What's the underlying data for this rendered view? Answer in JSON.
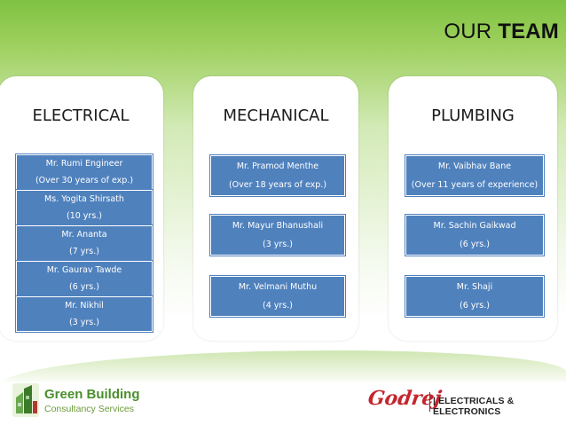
{
  "title": {
    "normal": "OUR ",
    "bold": "TEAM"
  },
  "columns": [
    {
      "heading": "ELECTRICAL",
      "members": [
        {
          "name": "Mr. Rumi Engineer",
          "exp": "(Over 30 years of exp.)"
        },
        {
          "name": "Ms. Yogita Shirsath",
          "exp": "(10 yrs.)"
        },
        {
          "name": "Mr. Ananta",
          "exp": "(7 yrs.)"
        },
        {
          "name": "Mr. Gaurav Tawde",
          "exp": "(6 yrs.)"
        },
        {
          "name": "Mr. Nikhil",
          "exp": "(3 yrs.)"
        }
      ]
    },
    {
      "heading": "MECHANICAL",
      "members": [
        {
          "name": "Mr. Pramod Menthe",
          "exp": "(Over 18 years of exp.)"
        },
        {
          "name": "Mr. Mayur Bhanushali",
          "exp": "(3 yrs.)"
        },
        {
          "name": "Mr. Velmani Muthu",
          "exp": "(4 yrs.)"
        }
      ]
    },
    {
      "heading": "PLUMBING",
      "members": [
        {
          "name": "Mr. Vaibhav Bane",
          "exp": "(Over 11 years of experience)"
        },
        {
          "name": "Mr. Sachin Gaikwad",
          "exp": "(6 yrs.)"
        },
        {
          "name": "Mr. Shaji",
          "exp": "(6 yrs.)"
        }
      ]
    }
  ],
  "footer": {
    "left_logo_icon": "green-building-logo-icon",
    "left_title": "Green Building",
    "left_subtitle": "Consultancy Services",
    "right_brand": "Godrej",
    "right_division": "ELECTRICALS & ELECTRONICS"
  },
  "colors": {
    "card_blue": "#4f81bd",
    "top_green": "#7fc242",
    "brand_red": "#c4262e",
    "gb_green": "#4a8f2c"
  }
}
